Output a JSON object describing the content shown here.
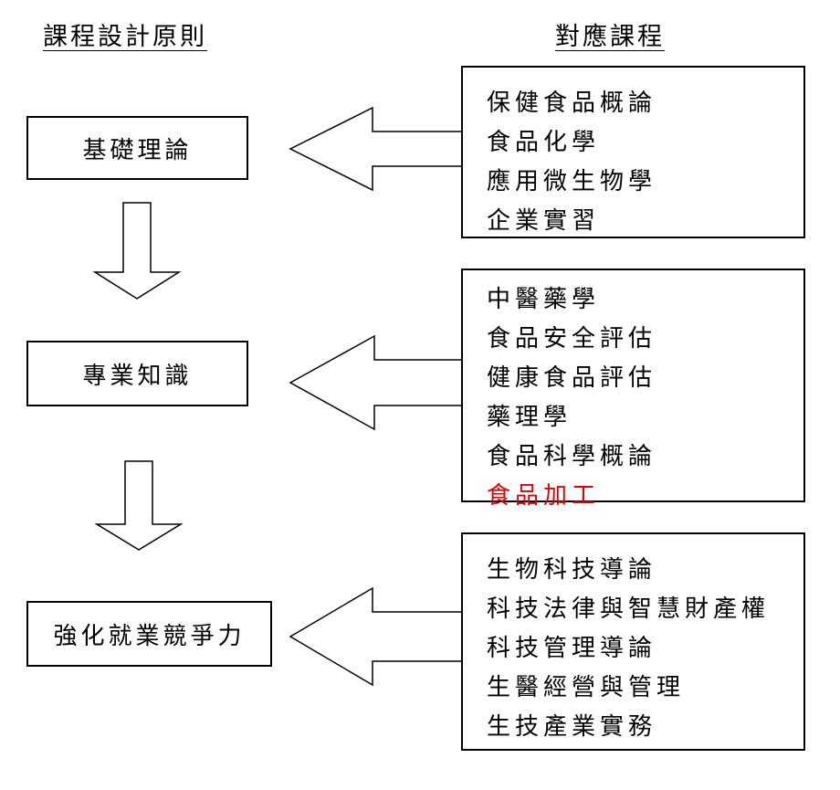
{
  "headers": {
    "left": "課程設計原則",
    "right": "對應課程"
  },
  "principles": [
    {
      "label": "基礎理論"
    },
    {
      "label": "專業知識"
    },
    {
      "label": "強化就業競爭力"
    }
  ],
  "course_groups": [
    {
      "courses": [
        "保健食品概論",
        "食品化學",
        "應用微生物學",
        "企業實習"
      ]
    },
    {
      "courses": [
        "中醫藥學",
        "食品安全評估",
        "健康食品評估",
        "藥理學",
        "食品科學概論",
        "食品加工"
      ],
      "highlight_index": 5,
      "highlight_color": "#e00000"
    },
    {
      "courses": [
        "生物科技導論",
        "科技法律與智慧財產權",
        "科技管理導論",
        "生醫經營與管理",
        "生技產業實務"
      ]
    }
  ]
}
